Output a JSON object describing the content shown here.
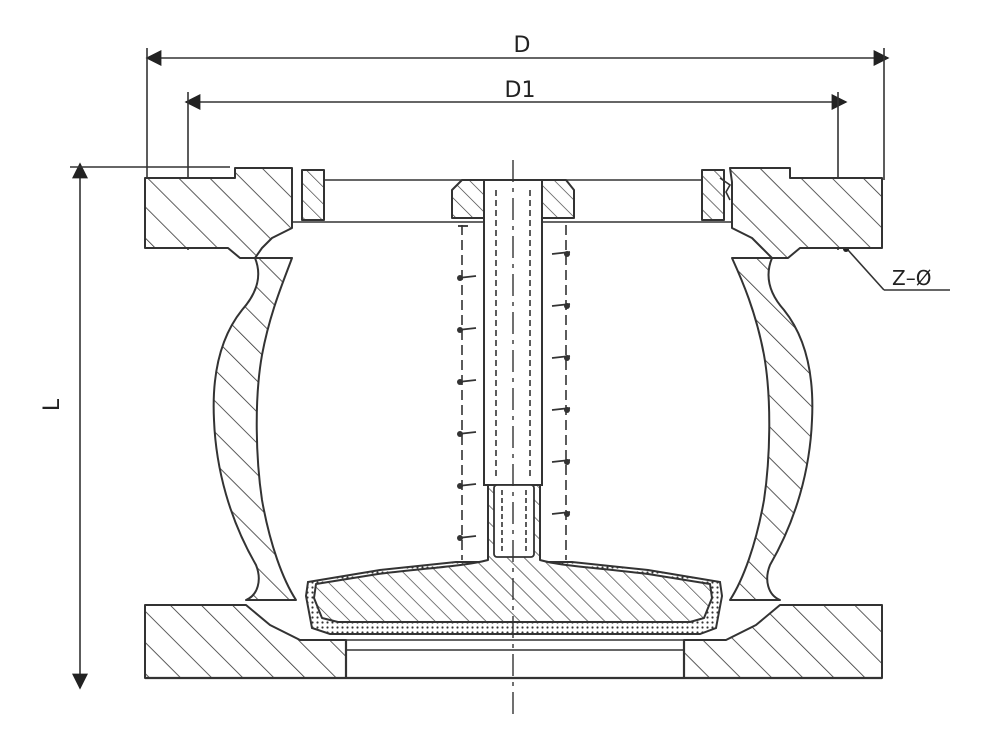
{
  "labels": {
    "outer_diameter": "D",
    "bolt_circle_diameter": "D1",
    "length": "L",
    "bolt_holes": "Z–Ø"
  },
  "colors": {
    "line": "#333333",
    "background": "#ffffff"
  }
}
